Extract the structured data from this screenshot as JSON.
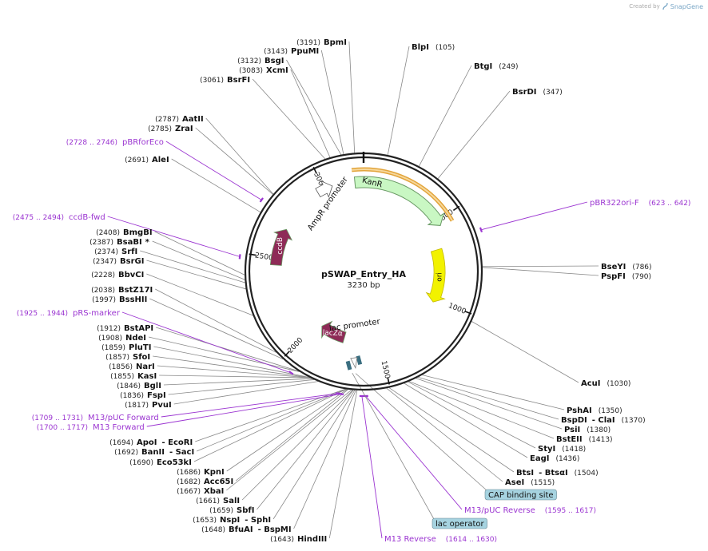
{
  "app": {
    "created_by": "Created by",
    "brand": "SnapGene",
    "brand_icon": "snapgene-logo-icon"
  },
  "plasmid": {
    "name": "pSWAP_Entry_HA",
    "length_label": "3230 bp",
    "length_bp": 3230
  },
  "colors": {
    "backbone": "#222222",
    "enzyme_line": "#888888",
    "primer": "#9b35d1",
    "KanR": "#c9f7c3",
    "KanR_highlight": "#e2a43a",
    "ori": "#f2f200",
    "ccdB": "#8e2b57",
    "lacZa": "#8e2b57",
    "AmpR_promoter": "#ffffff",
    "feature_box": "#a6d3e0",
    "lac_operator_box": "#2e7e86"
  },
  "ticks": [
    {
      "bp": 500,
      "label": "500"
    },
    {
      "bp": 1000,
      "label": "1000"
    },
    {
      "bp": 1500,
      "label": "1500"
    },
    {
      "bp": 2000,
      "label": "2000"
    },
    {
      "bp": 2500,
      "label": "2500"
    },
    {
      "bp": 3000,
      "label": "3000"
    }
  ],
  "features": [
    {
      "name": "KanR",
      "start": 3180,
      "end": 530,
      "color": "#c9f7c3",
      "type": "arrow",
      "label": "KanR"
    },
    {
      "name": "ori",
      "start": 660,
      "end": 1020,
      "color": "#f2f200",
      "type": "arrow",
      "label": "ori"
    },
    {
      "name": "lacZa",
      "start": 1760,
      "end": 1950,
      "color": "#8e2b57",
      "type": "arrow",
      "label": "lacZα"
    },
    {
      "name": "ccdB",
      "start": 2460,
      "end": 2680,
      "color": "#8e2b57",
      "type": "arrow",
      "label": "ccdB"
    },
    {
      "name": "AmpR promoter",
      "start": 2960,
      "end": 3050,
      "color": "#ffffff",
      "type": "arrow",
      "label": "AmpR promoter"
    },
    {
      "name": "lac promoter",
      "start": 1650,
      "end": 1680,
      "color": "#ffffff",
      "type": "small",
      "label": "lac promoter"
    }
  ],
  "boxes": [
    {
      "label": "CAP binding site"
    },
    {
      "label": "lac operator"
    }
  ],
  "enzymes_left": [
    {
      "name": "BpmI",
      "pos": "(3191)",
      "bp": 3191
    },
    {
      "name": "PpuMI",
      "pos": "(3143)",
      "bp": 3143
    },
    {
      "name": "BsgI",
      "pos": "(3132)",
      "bp": 3132
    },
    {
      "name": "XcmI",
      "pos": "(3083)",
      "bp": 3083
    },
    {
      "name": "BsrFI",
      "pos": "(3061)",
      "bp": 3061
    },
    {
      "name": "AatII",
      "pos": "(2787)",
      "bp": 2787
    },
    {
      "name": "ZraI",
      "pos": "(2785)",
      "bp": 2785
    },
    {
      "name": "AleI",
      "pos": "(2691)",
      "bp": 2691
    },
    {
      "name": "BmgBI",
      "pos": "(2408)",
      "bp": 2408
    },
    {
      "name": "BsaBI",
      "pos": "(2387)",
      "bp": 2387,
      "mark": "*"
    },
    {
      "name": "SrfI",
      "pos": "(2374)",
      "bp": 2374
    },
    {
      "name": "BsrGI",
      "pos": "(2347)",
      "bp": 2347
    },
    {
      "name": "BbvCI",
      "pos": "(2228)",
      "bp": 2228
    },
    {
      "name": "BstZ17I",
      "pos": "(2038)",
      "bp": 2038
    },
    {
      "name": "BssHII",
      "pos": "(1997)",
      "bp": 1997
    },
    {
      "name": "BstAPI",
      "pos": "(1912)",
      "bp": 1912
    },
    {
      "name": "NdeI",
      "pos": "(1908)",
      "bp": 1908
    },
    {
      "name": "PluTI",
      "pos": "(1859)",
      "bp": 1859
    },
    {
      "name": "SfoI",
      "pos": "(1857)",
      "bp": 1857
    },
    {
      "name": "NarI",
      "pos": "(1856)",
      "bp": 1856
    },
    {
      "name": "KasI",
      "pos": "(1855)",
      "bp": 1855
    },
    {
      "name": "BglI",
      "pos": "(1846)",
      "bp": 1846
    },
    {
      "name": "FspI",
      "pos": "(1836)",
      "bp": 1836
    },
    {
      "name": "PvuI",
      "pos": "(1817)",
      "bp": 1817
    },
    {
      "name": "ApoI",
      "name2": "EcoRI",
      "pos": "(1694)",
      "bp": 1694
    },
    {
      "name": "BanII",
      "name2": "SacI",
      "pos": "(1692)",
      "bp": 1692
    },
    {
      "name": "Eco53kI",
      "pos": "(1690)",
      "bp": 1690
    },
    {
      "name": "KpnI",
      "pos": "(1686)",
      "bp": 1686
    },
    {
      "name": "Acc65I",
      "pos": "(1682)",
      "bp": 1682
    },
    {
      "name": "XbaI",
      "pos": "(1667)",
      "bp": 1667
    },
    {
      "name": "SalI",
      "pos": "(1661)",
      "bp": 1661
    },
    {
      "name": "SbfI",
      "pos": "(1659)",
      "bp": 1659
    },
    {
      "name": "NspI",
      "name2": "SphI",
      "pos": "(1653)",
      "bp": 1653
    },
    {
      "name": "BfuAI",
      "name2": "BspMI",
      "pos": "(1648)",
      "bp": 1648
    },
    {
      "name": "HindIII",
      "pos": "(1643)",
      "bp": 1643
    }
  ],
  "enzymes_right": [
    {
      "name": "BlpI",
      "pos": "(105)",
      "bp": 105
    },
    {
      "name": "BtgI",
      "pos": "(249)",
      "bp": 249
    },
    {
      "name": "BsrDI",
      "pos": "(347)",
      "bp": 347
    },
    {
      "name": "BseYI",
      "pos": "(786)",
      "bp": 786
    },
    {
      "name": "PspFI",
      "pos": "(790)",
      "bp": 790
    },
    {
      "name": "AcuI",
      "pos": "(1030)",
      "bp": 1030
    },
    {
      "name": "PshAI",
      "pos": "(1350)",
      "bp": 1350
    },
    {
      "name": "BspDI",
      "name2": "ClaI",
      "pos": "(1370)",
      "bp": 1370
    },
    {
      "name": "PsiI",
      "pos": "(1380)",
      "bp": 1380
    },
    {
      "name": "BstEII",
      "pos": "(1413)",
      "bp": 1413
    },
    {
      "name": "StyI",
      "pos": "(1418)",
      "bp": 1418
    },
    {
      "name": "EagI",
      "pos": "(1436)",
      "bp": 1436
    },
    {
      "name": "BtsI",
      "name2": "BtsαI",
      "pos": "(1504)",
      "bp": 1504
    },
    {
      "name": "AseI",
      "pos": "(1515)",
      "bp": 1515
    }
  ],
  "primers_left": [
    {
      "name": "pBRforEco",
      "pos": "(2728 .. 2746)",
      "bp": 2737
    },
    {
      "name": "ccdB-fwd",
      "pos": "(2475 .. 2494)",
      "bp": 2484
    },
    {
      "name": "pRS-marker",
      "pos": "(1925 .. 1944)",
      "bp": 1934
    },
    {
      "name": "M13/pUC Forward",
      "pos": "(1709 .. 1731)",
      "bp": 1720
    },
    {
      "name": "M13 Forward",
      "pos": "(1700 .. 1717)",
      "bp": 1708
    }
  ],
  "primers_right": [
    {
      "name": "pBR322ori-F",
      "pos": "(623 .. 642)",
      "bp": 632
    },
    {
      "name": "M13/pUC Reverse",
      "pos": "(1595 .. 1617)",
      "bp": 1606
    },
    {
      "name": "M13 Reverse",
      "pos": "(1614 .. 1630)",
      "bp": 1622
    }
  ]
}
